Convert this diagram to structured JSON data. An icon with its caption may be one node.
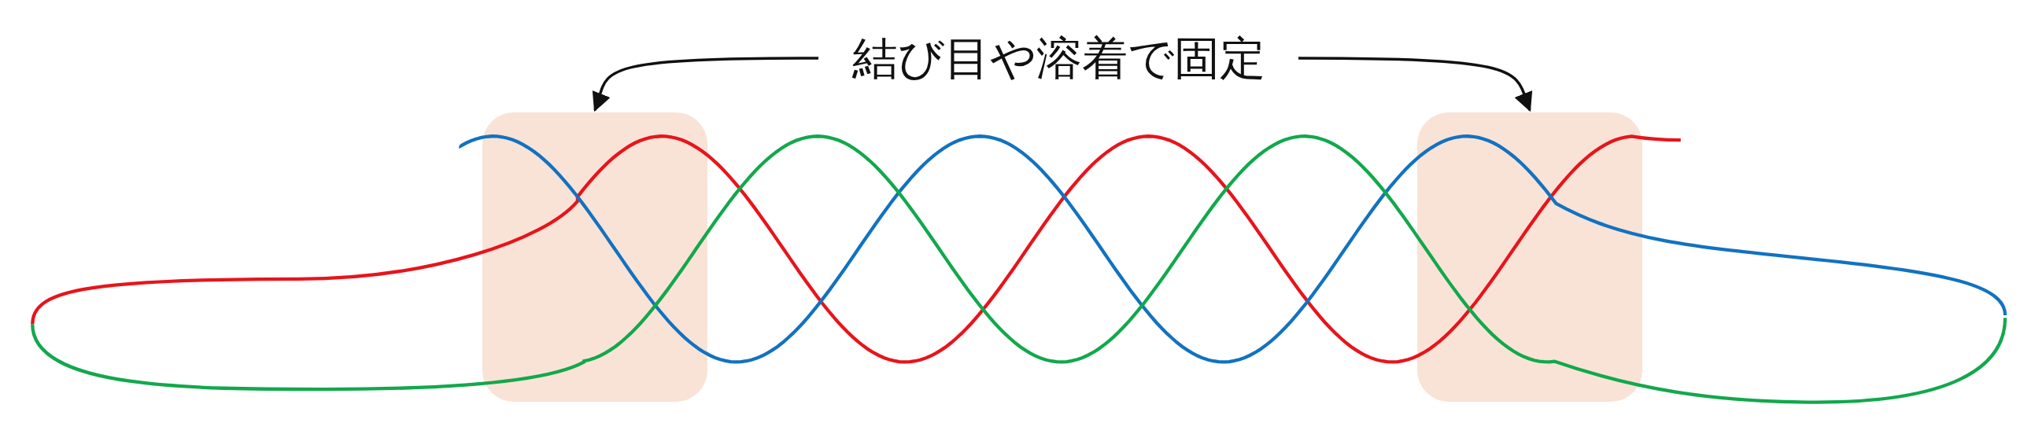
{
  "diagram": {
    "nodes": [
      {
        "text": [
          "結び目や溶着で固定"
        ]
      },
      {
        "text": [],
        "shape": "box"
      },
      {
        "text": [],
        "shape": "box"
      }
    ],
    "edges": [
      {
        "from": 0,
        "to": 1,
        "arrow": "to"
      },
      {
        "from": 0,
        "to": 2,
        "arrow": "to"
      }
    ]
  }
}
